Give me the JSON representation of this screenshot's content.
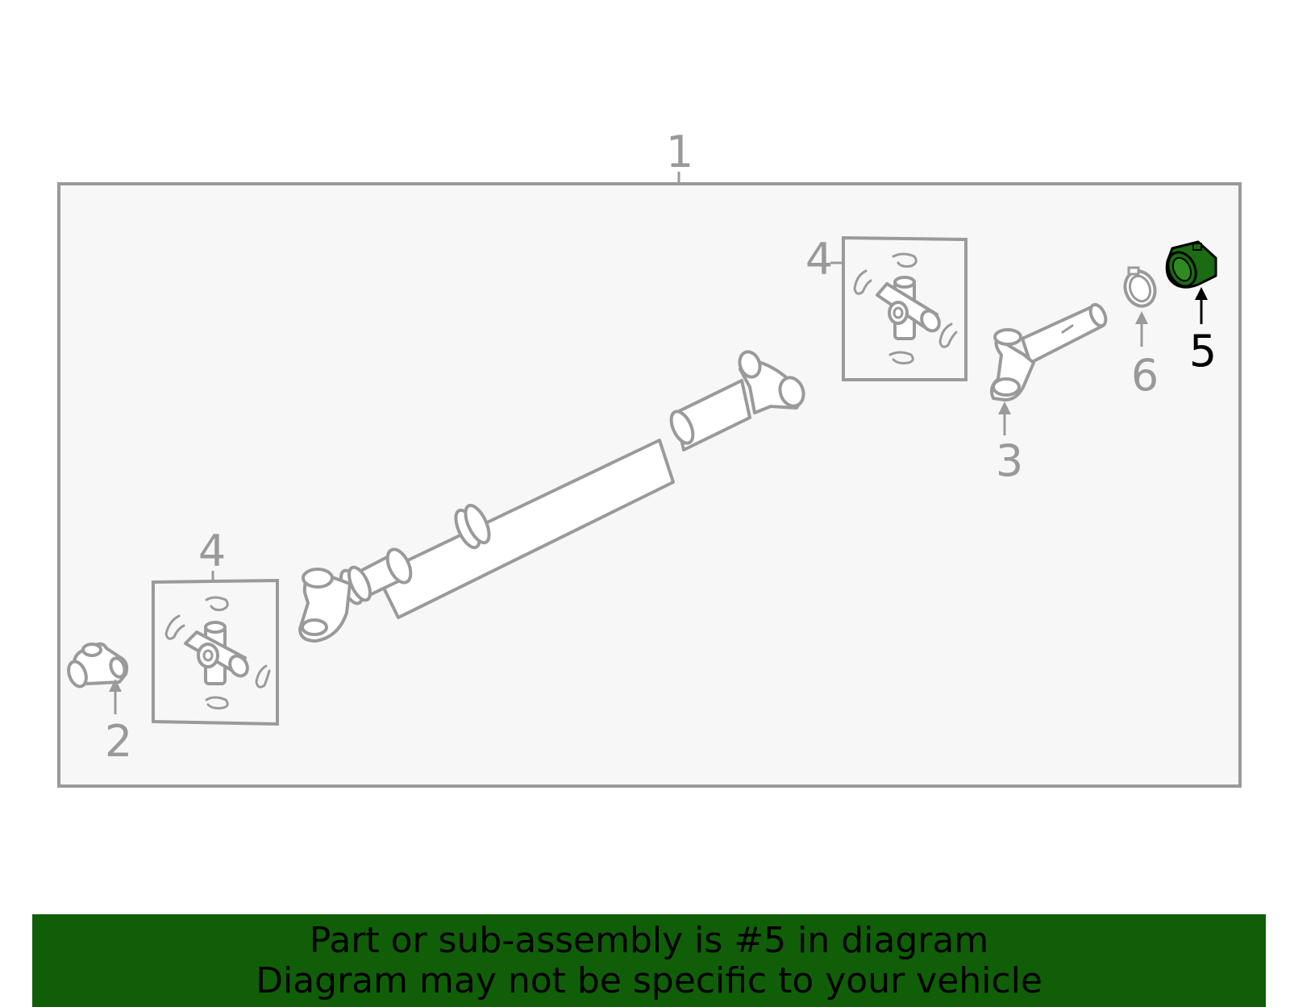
{
  "diagram": {
    "callouts": {
      "c1": "1",
      "c2": "2",
      "c3": "3",
      "c4a": "4",
      "c4b": "4",
      "c5": "5",
      "c6": "6"
    },
    "highlighted_part": "5",
    "colors": {
      "panel_fill": "#f7f7f7",
      "outline": "#9a9a9a",
      "highlight": "#1b6b12",
      "banner": "#115e09"
    }
  },
  "banner": {
    "line1": "Part or sub-assembly is #5 in diagram",
    "line2": "Diagram may not be specific to your vehicle"
  }
}
